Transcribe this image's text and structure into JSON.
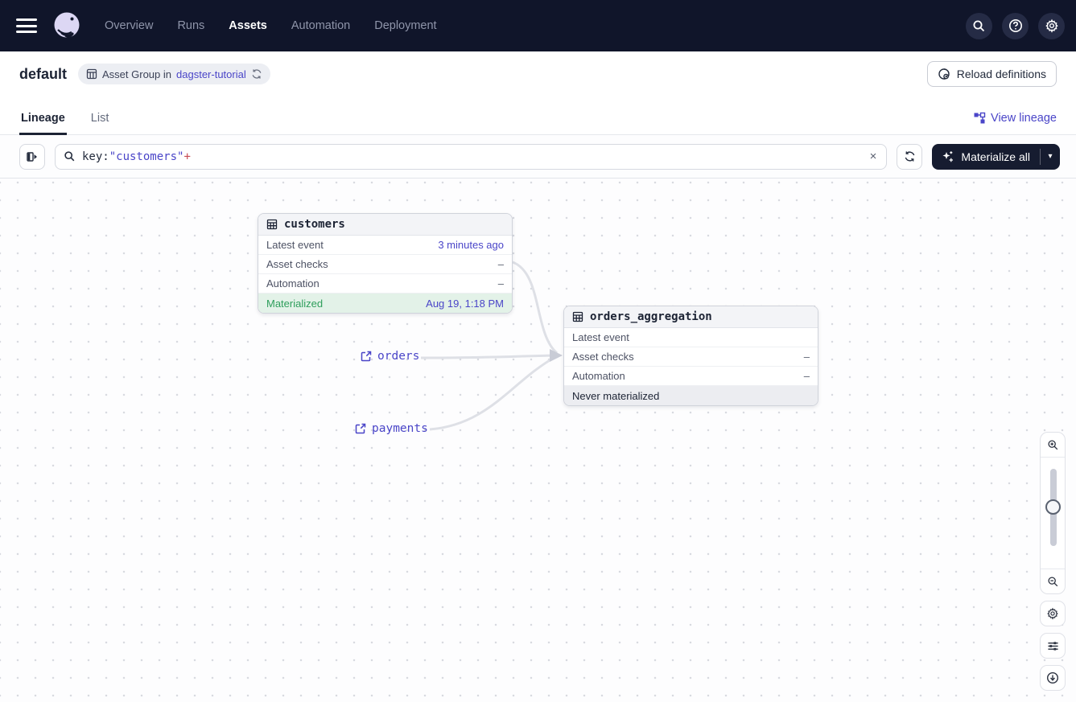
{
  "nav": {
    "items": [
      {
        "label": "Overview",
        "active": false
      },
      {
        "label": "Runs",
        "active": false
      },
      {
        "label": "Assets",
        "active": true
      },
      {
        "label": "Automation",
        "active": false
      },
      {
        "label": "Deployment",
        "active": false
      }
    ],
    "icons": [
      "search-icon",
      "help-icon",
      "settings-icon"
    ]
  },
  "header": {
    "title": "default",
    "badge": {
      "text": "Asset Group in",
      "link": "dagster-tutorial"
    },
    "reload_label": "Reload definitions"
  },
  "tabs": {
    "items": [
      {
        "label": "Lineage",
        "active": true
      },
      {
        "label": "List",
        "active": false
      }
    ],
    "view_lineage_label": "View lineage"
  },
  "toolbar": {
    "search": {
      "key_part": "key:",
      "value_part": "\"customers\"",
      "plus_part": "+"
    },
    "clear_label": "×",
    "materialize_label": "Materialize all",
    "caret": "▾"
  },
  "graph": {
    "nodes": [
      {
        "title": "customers",
        "rows": [
          {
            "label": "Latest event",
            "value": "3 minutes ago"
          },
          {
            "label": "Asset checks",
            "value": "–"
          },
          {
            "label": "Automation",
            "value": "–"
          }
        ],
        "status": {
          "label": "Materialized",
          "value": "Aug 19, 1:18 PM"
        }
      },
      {
        "title": "orders_aggregation",
        "rows": [
          {
            "label": "Latest event",
            "value": ""
          },
          {
            "label": "Asset checks",
            "value": "–"
          },
          {
            "label": "Automation",
            "value": "–"
          }
        ],
        "status": {
          "label": "Never materialized",
          "value": ""
        }
      }
    ],
    "external_assets": [
      {
        "label": "orders"
      },
      {
        "label": "payments"
      }
    ]
  },
  "colors": {
    "nav_bg": "#10152a",
    "accent_link": "#4a45c8",
    "materialized_green": "#2e9e5b",
    "materialized_bg": "#e3f2e8",
    "query_plus_red": "#c74a52",
    "dark_button": "#161c30",
    "edge_gray": "#dee0e6"
  }
}
